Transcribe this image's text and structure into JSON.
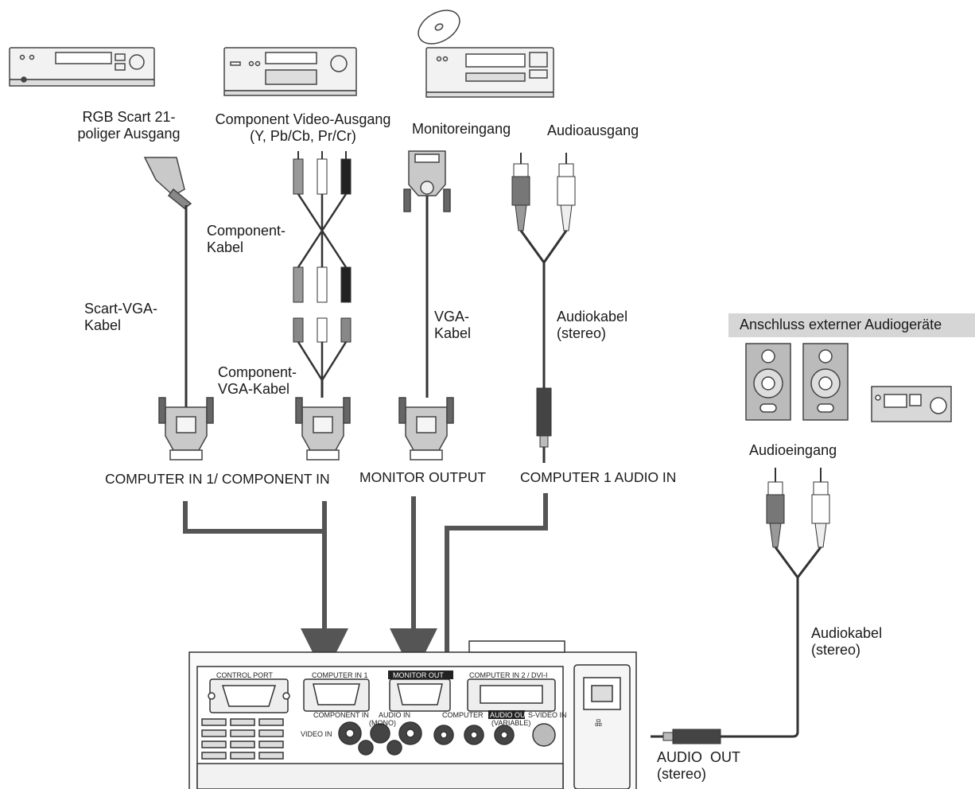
{
  "devices": {
    "scart_out": "RGB Scart 21-\npoliger Ausgang",
    "component_out": "Component Video-Ausgang\n(Y, Pb/Cb, Pr/Cr)",
    "monitor_in": "Monitoreingang",
    "audio_out": "Audioausgang"
  },
  "cables": {
    "component": "Component-\nKabel",
    "scart_vga": "Scart-VGA-\nKabel",
    "vga": "VGA-\nKabel",
    "audio_stereo": "Audiokabel\n(stereo)",
    "component_vga": "Component-\nVGA-Kabel",
    "audio_stereo_right": "Audiokabel\n(stereo)"
  },
  "ports": {
    "computer_in_1": "COMPUTER IN 1/ COMPONENT IN",
    "monitor_output": "MONITOR OUTPUT",
    "computer_1_audio_in": "COMPUTER 1 AUDIO IN",
    "audio_out_stereo": "AUDIO  OUT\n(stereo)"
  },
  "external_audio": {
    "header": "Anschluss externer Audiogeräte",
    "audio_input": "Audioeingang"
  },
  "panel": {
    "control_port": "CONTROL PORT",
    "computer_in_1": "COMPUTER IN 1",
    "component_in": "COMPONENT IN",
    "monitor_out": "MONITOR OUT",
    "computer_in_2": "COMPUTER IN 2 / DVI-I",
    "video_in": "VIDEO IN",
    "audio_in": "AUDIO IN",
    "mono": "(MONO)",
    "computer": "COMPUTER",
    "audio_out": "AUDIO OUT",
    "variable": "(VARIABLE)",
    "s_video_in": "S-VIDEO IN"
  }
}
